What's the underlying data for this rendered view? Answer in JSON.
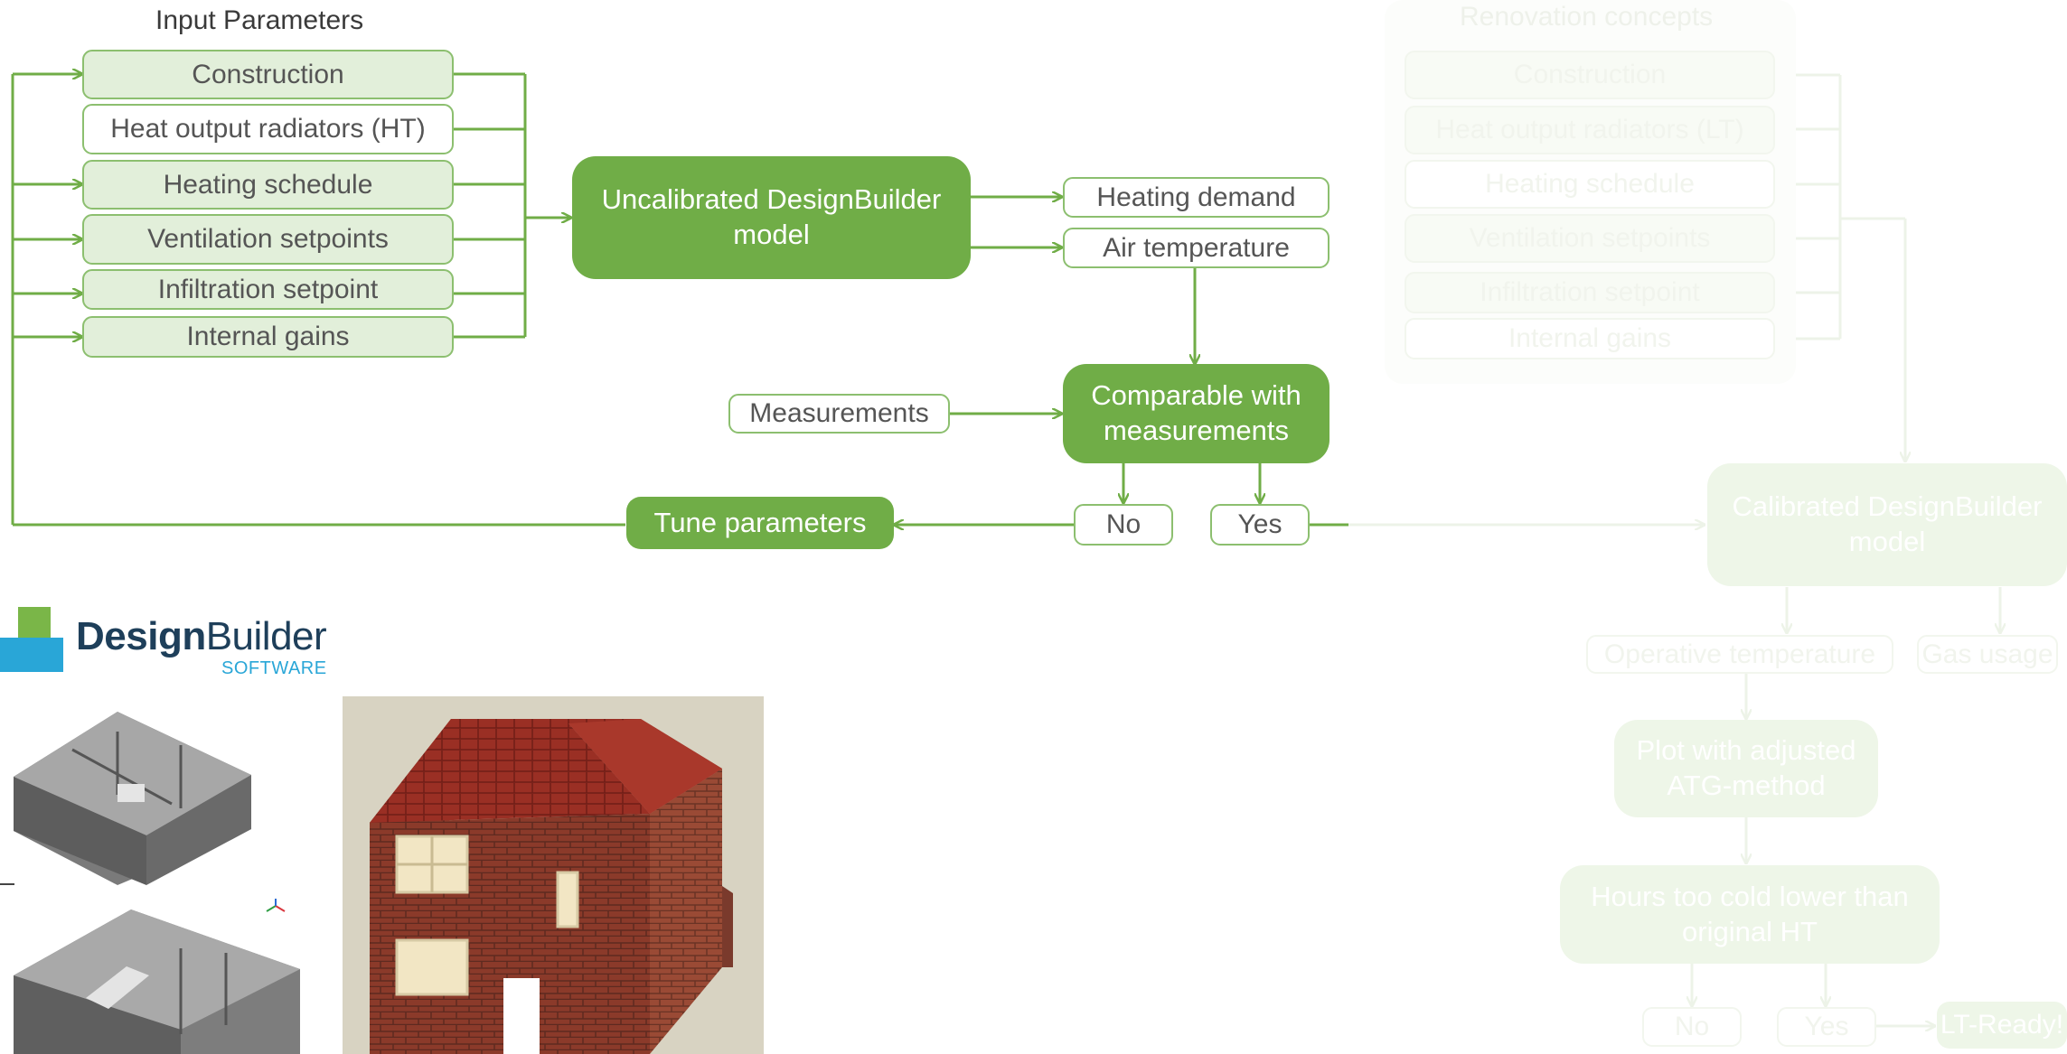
{
  "input_parameters": {
    "title": "Input Parameters",
    "items": [
      "Construction",
      "Heat output radiators (HT)",
      "Heating schedule",
      "Ventilation setpoints",
      "Infiltration setpoint",
      "Internal gains"
    ]
  },
  "model": {
    "uncalibrated": "Uncalibrated DesignBuilder model"
  },
  "outputs": {
    "heating_demand": "Heating demand",
    "air_temperature": "Air temperature"
  },
  "measurements": "Measurements",
  "comparison": "Comparable with measurements",
  "decision": {
    "no": "No",
    "yes": "Yes"
  },
  "tune": "Tune parameters",
  "renovation": {
    "title": "Renovation concepts",
    "items": [
      "Construction",
      "Heat output radiators (LT)",
      "Heating schedule",
      "Ventilation setpoints",
      "Infiltration setpoint",
      "Internal gains"
    ]
  },
  "calibrated": "Calibrated DesignBuilder model",
  "results": {
    "operative_temperature": "Operative temperature",
    "gas_usage": "Gas usage"
  },
  "plot": "Plot with adjusted ATG-method",
  "hours": "Hours too cold lower than original HT",
  "final_decision": {
    "no": "No",
    "yes": "Yes",
    "ready": "LT-Ready!"
  },
  "logo": {
    "word_design": "Design",
    "word_builder": "Builder",
    "sub": "SOFTWARE"
  },
  "colors": {
    "accent": "#70ad47",
    "light_fill": "#e2efda",
    "border": "#8cbf6f",
    "brick": "#8b3a2a",
    "roof": "#9a2f24"
  }
}
